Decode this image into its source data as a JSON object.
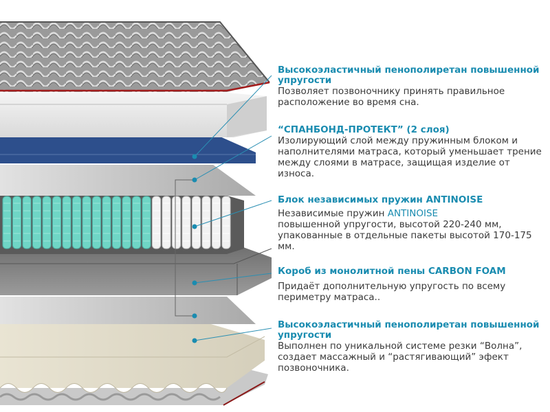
{
  "layers": [
    {
      "title": "Высокоэластичный пенополиретан повышенной упругости",
      "description": "Позволяет позвоночнику принять правильное расположение во время сна."
    },
    {
      "title": "“СПАНБОНД-ПРОТЕКТ” (2 слоя)",
      "description": "Изолирующий слой между пружинным блоком и наполнителями матраса, который уменьшает трение между слоями в матрасе, защищая изделие от износа."
    },
    {
      "title": "Блок независимых пружин  ANTINOISE",
      "description_prefix": "Независимые пружин ",
      "description_accent": "ANTINOISE",
      "description": "повышенной упругости, высотой 220-240 мм, упакованные в отдельные пакеты высотой 170-175 мм."
    },
    {
      "title": "Короб из монолитной пены CARBON FOAM",
      "description": "Придаёт дополнительную упругость по всему периметру матраса.."
    },
    {
      "title": "Высокоэластичный пенополиретан повышенной упругости",
      "description": "Выполнен по уникальной системе резки “Волна”, создает массажный и “растягивающий” эфект позвоночника."
    }
  ],
  "colors": {
    "accent": "#1a8cb0",
    "text": "#3a3a3a",
    "spring_teal": "#6fd6c6",
    "spanbond_blue": "#2d4f8c"
  }
}
